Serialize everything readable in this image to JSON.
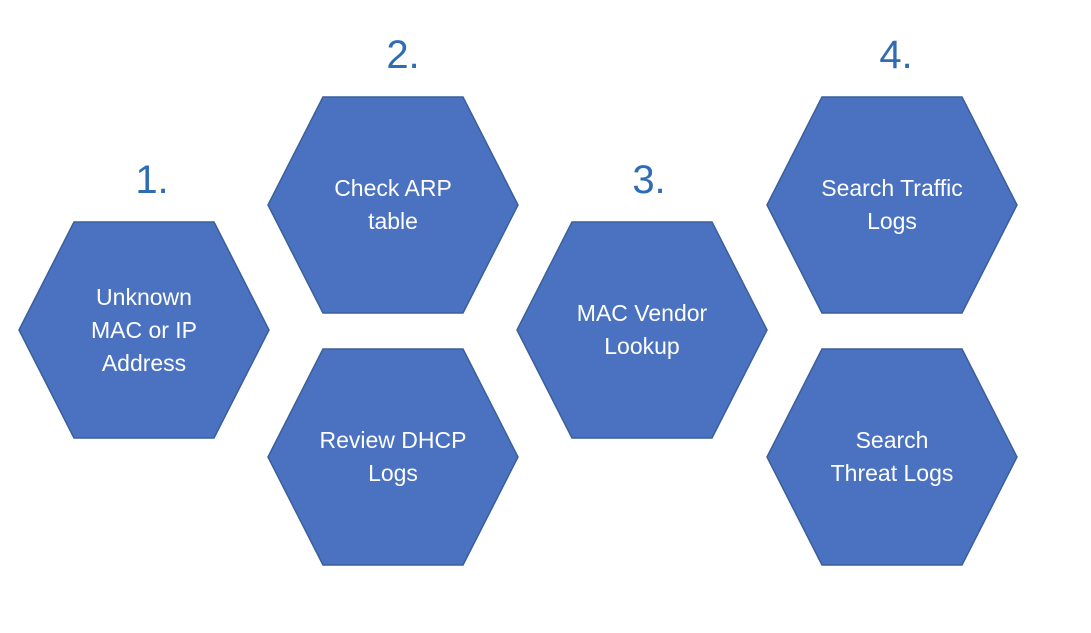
{
  "colors": {
    "hex_fill": "#4a72c0",
    "hex_stroke": "#3a5f9a",
    "number_text": "#2e6db4",
    "label_text": "#ffffff"
  },
  "steps": [
    {
      "number": "1."
    },
    {
      "number": "2."
    },
    {
      "number": "3."
    },
    {
      "number": "4."
    }
  ],
  "nodes": [
    {
      "lines": [
        "Unknown",
        "MAC or IP",
        "Address"
      ]
    },
    {
      "lines": [
        "Check ARP",
        "table"
      ]
    },
    {
      "lines": [
        "Review DHCP",
        "Logs"
      ]
    },
    {
      "lines": [
        "MAC Vendor",
        "Lookup"
      ]
    },
    {
      "lines": [
        "Search Traffic",
        "Logs"
      ]
    },
    {
      "lines": [
        "Search",
        "Threat Logs"
      ]
    }
  ]
}
